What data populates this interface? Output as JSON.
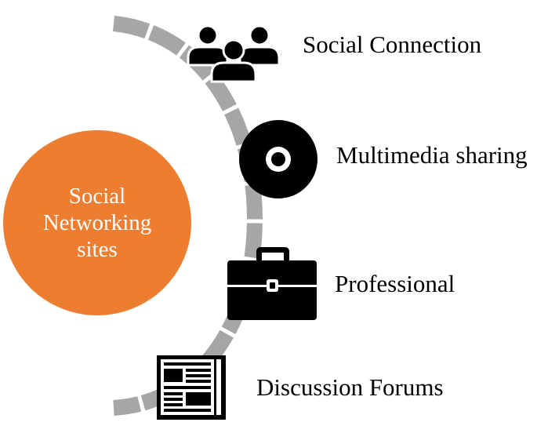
{
  "center": {
    "label": "Social Networking sites"
  },
  "items": [
    {
      "label": "Social Connection",
      "icon": "people-group-icon"
    },
    {
      "label": "Multimedia sharing",
      "icon": "disc-icon"
    },
    {
      "label": "Professional",
      "icon": "briefcase-icon"
    },
    {
      "label": "Discussion Forums",
      "icon": "newspaper-icon"
    }
  ],
  "colors": {
    "center_fill": "#ED7D31",
    "arc": "#A6A6A6",
    "icon": "#000000",
    "text": "#000000"
  }
}
